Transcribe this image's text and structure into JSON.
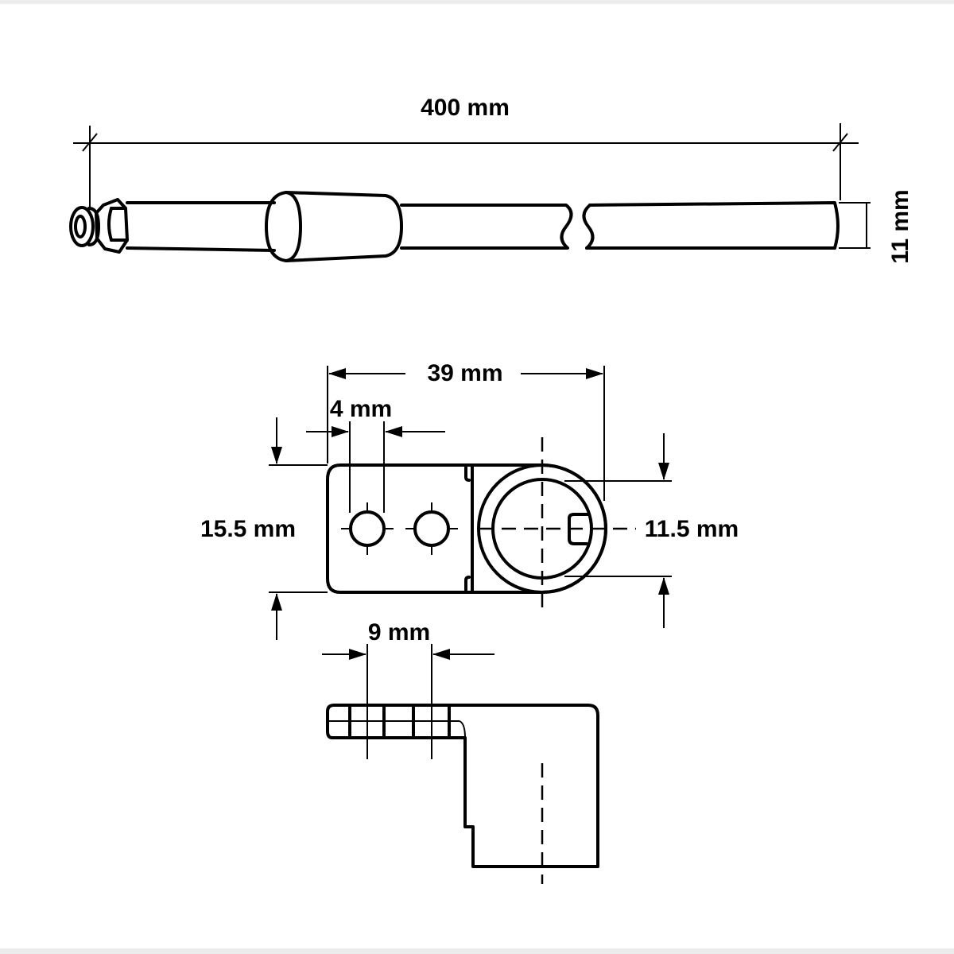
{
  "rod": {
    "length_label": "400 mm",
    "diameter_label": "11 mm"
  },
  "bracket_top": {
    "width_label": "39 mm",
    "hole_label": "4 mm",
    "height_label": "15.5 mm",
    "ring_label": "11.5 mm"
  },
  "bracket_side": {
    "spacing_label": "9 mm"
  },
  "colors": {
    "line": "#000000",
    "background": "#ffffff",
    "frame": "#ececec"
  }
}
